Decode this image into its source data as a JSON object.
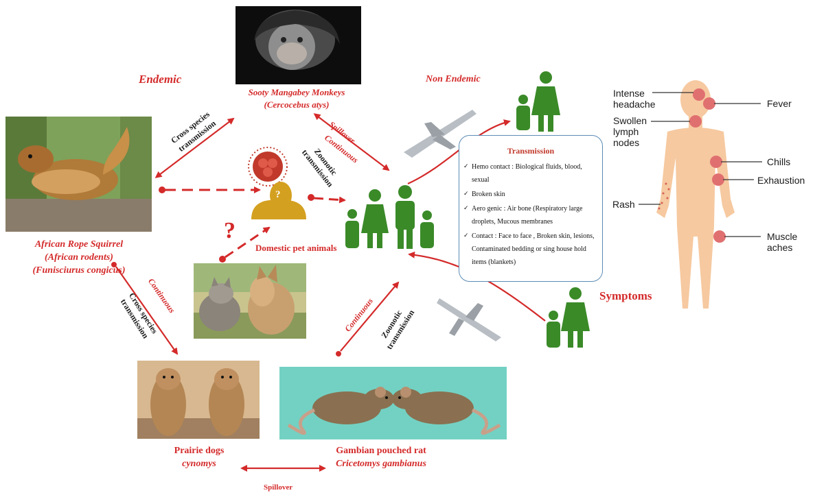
{
  "labels": {
    "endemic": "Endemic",
    "non_endemic": "Non Endemic",
    "symptoms": "Symptoms",
    "monkey_name": "Sooty Mangabey Monkeys",
    "monkey_latin": "(Cercocebus atys)",
    "squirrel_name": "African Rope Squirrel",
    "squirrel_group": "(African rodents)",
    "squirrel_latin": "(Funisciurus congicus)",
    "pets": "Domestic pet animals",
    "prairie_name": "Prairie dogs",
    "prairie_latin": "cynomys",
    "rat_name": "Gambian pouched rat",
    "rat_latin": "Cricetomys gambianus"
  },
  "arrow_labels": {
    "cross_species_1a": "Cross species",
    "cross_species_1b": "transmission",
    "cross_species_2a": "Cross species",
    "cross_species_2b": "transmission",
    "spillover_top": "Spillover",
    "continuous_top": "Continuous",
    "zoonotic_top_a": "Zoonotic",
    "zoonotic_top_b": "transmission",
    "continuous_left": "Continuous",
    "continuous_bottom": "Continuous",
    "zoonotic_bottom_a": "Zoonotic",
    "zoonotic_bottom_b": "transmission",
    "spillover_bottom": "Spillover"
  },
  "transmission": {
    "title": "Transmission",
    "items": [
      "Hemo contact : Biological  fluids, blood, sexual",
      "Broken skin",
      "Aero genic : Air bone (Respiratory large droplets, Mucous membranes",
      "Contact : Face to face , Broken skin, lesions, Contaminated bedding or sing house hold items  (blankets)"
    ]
  },
  "symptom_labels": {
    "headache_a": "Intense",
    "headache_b": "headache",
    "fever": "Fever",
    "lymph_a": "Swollen",
    "lymph_b": "lymph",
    "lymph_c": "nodes",
    "chills": "Chills",
    "exhaustion": "Exhaustion",
    "rash": "Rash",
    "muscle_a": "Muscle",
    "muscle_b": "aches"
  },
  "unknown_host_mark": "?",
  "question_mark": "?",
  "colors": {
    "arrow": "#d42a2a",
    "people": "#3a8a28",
    "body": "#f6c9a0",
    "symptom_dot": "#e07070",
    "box_border": "#5b8bb5"
  }
}
